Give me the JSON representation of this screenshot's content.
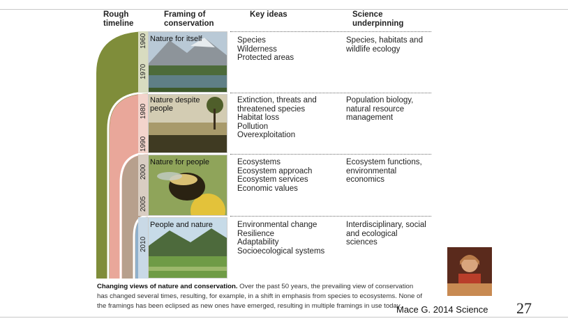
{
  "headers": {
    "timeline": "Rough\ntimeline",
    "framing": "Framing of\nconservation",
    "ideas": "Key ideas",
    "science": "Science\nunderpinning"
  },
  "rows": [
    {
      "label": "Nature for itself",
      "years": [
        "1960",
        "1970"
      ],
      "ideas": [
        "Species",
        "Wilderness",
        "Protected areas"
      ],
      "science": "Species, habitats and wildlife ecology"
    },
    {
      "label": "Nature despite people",
      "years": [
        "1980",
        "1990"
      ],
      "ideas": [
        "Extinction, threats and threatened species",
        "Habitat loss",
        "Pollution",
        "Overexploitation"
      ],
      "science": "Population biology, natural resource management"
    },
    {
      "label": "Nature for people",
      "years": [
        "2000",
        "2005"
      ],
      "ideas": [
        "Ecosystems",
        "Ecosystem approach",
        "Ecosystem services",
        "Economic values"
      ],
      "science": "Ecosystem functions, environmental economics"
    },
    {
      "label": "People and nature",
      "years": [
        "2010"
      ],
      "ideas": [
        "Environmental change",
        "Resilience",
        "Adaptability",
        "Socioecological systems"
      ],
      "science": "Interdisciplinary, social and ecological sciences"
    }
  ],
  "caption": {
    "bold": "Changing views of nature and conservation.",
    "text": " Over the past 50 years, the prevailing view of conservation has changed several times, resulting, for example, in a shift in emphasis from species to ecosystems. None of the framings has been eclipsed as new ones have emerged, resulting in multiple framings in use today."
  },
  "citation": "Mace G.  2014 Science",
  "page_number": "27",
  "colors": {
    "arc1": "#7f8d3a",
    "arc2": "#e9a79a",
    "arc3": "#b7a08d",
    "arc4": "#8fb0cc"
  }
}
